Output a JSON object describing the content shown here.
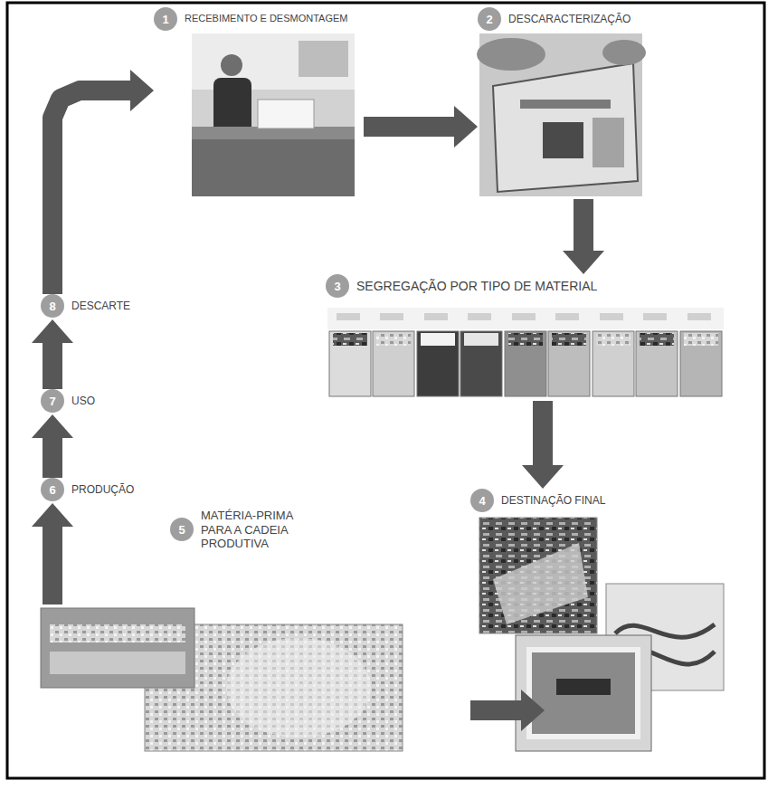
{
  "diagram": {
    "nodes": [
      {
        "text": [
          "1",
          "RECEBIMENTO E DESMONTAGEM"
        ]
      },
      {
        "text": [
          "2",
          "DESCARACTERIZAÇÃO"
        ]
      },
      {
        "text": [
          "3",
          "SEGREGAÇÃO POR TIPO DE MATERIAL"
        ]
      },
      {
        "text": [
          "4",
          "DESTINAÇÃO FINAL"
        ]
      },
      {
        "text": [
          "5",
          "MATÉRIA-PRIMA PARA A CADEIA PRODUTIVA"
        ]
      },
      {
        "text": [
          "6",
          "PRODUÇÃO"
        ]
      },
      {
        "text": [
          "7",
          "USO"
        ]
      },
      {
        "text": [
          "8",
          "DESCARTE"
        ]
      }
    ],
    "edges": [
      {
        "from": 0,
        "to": 1,
        "arrow": "to"
      },
      {
        "from": 1,
        "to": 2,
        "arrow": "to"
      },
      {
        "from": 2,
        "to": 3,
        "arrow": "to"
      },
      {
        "from": 3,
        "to": 4,
        "arrow": "to"
      },
      {
        "from": 4,
        "to": 5,
        "arrow": "to"
      },
      {
        "from": 5,
        "to": 6,
        "arrow": "to"
      },
      {
        "from": 6,
        "to": 7,
        "arrow": "to"
      },
      {
        "from": 7,
        "to": 0,
        "arrow": "to"
      }
    ]
  }
}
